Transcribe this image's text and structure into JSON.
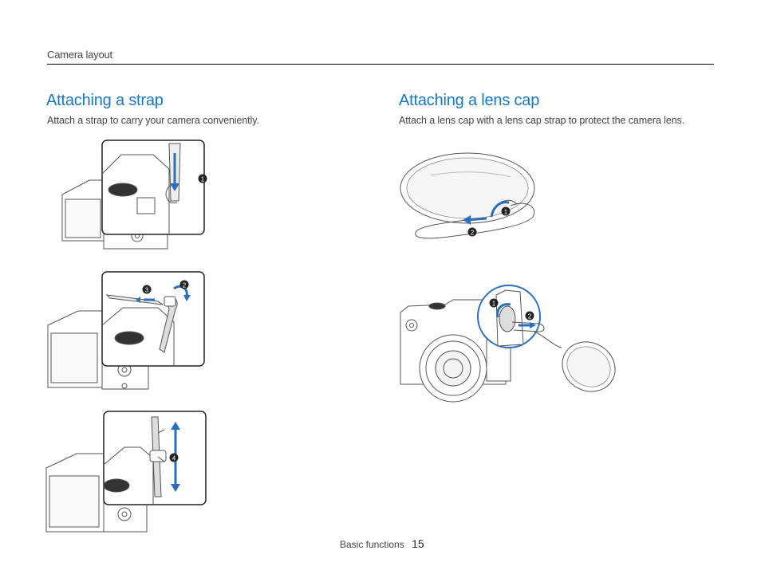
{
  "header": {
    "section_label": "Camera layout"
  },
  "strap": {
    "title": "Attaching a strap",
    "description": "Attach a strap to carry your camera conveniently.",
    "steps": [
      "1",
      "2",
      "3",
      "4"
    ]
  },
  "lens_cap": {
    "title": "Attaching a lens cap",
    "description": "Attach a lens cap with a lens cap strap to protect the camera lens.",
    "steps": [
      "1",
      "2",
      "1",
      "2"
    ]
  },
  "footer": {
    "label": "Basic functions",
    "page_number": "15"
  },
  "colors": {
    "accent_blue": "#1a78c2",
    "arrow_blue": "#2a6fbe",
    "line_gray": "#555555"
  }
}
